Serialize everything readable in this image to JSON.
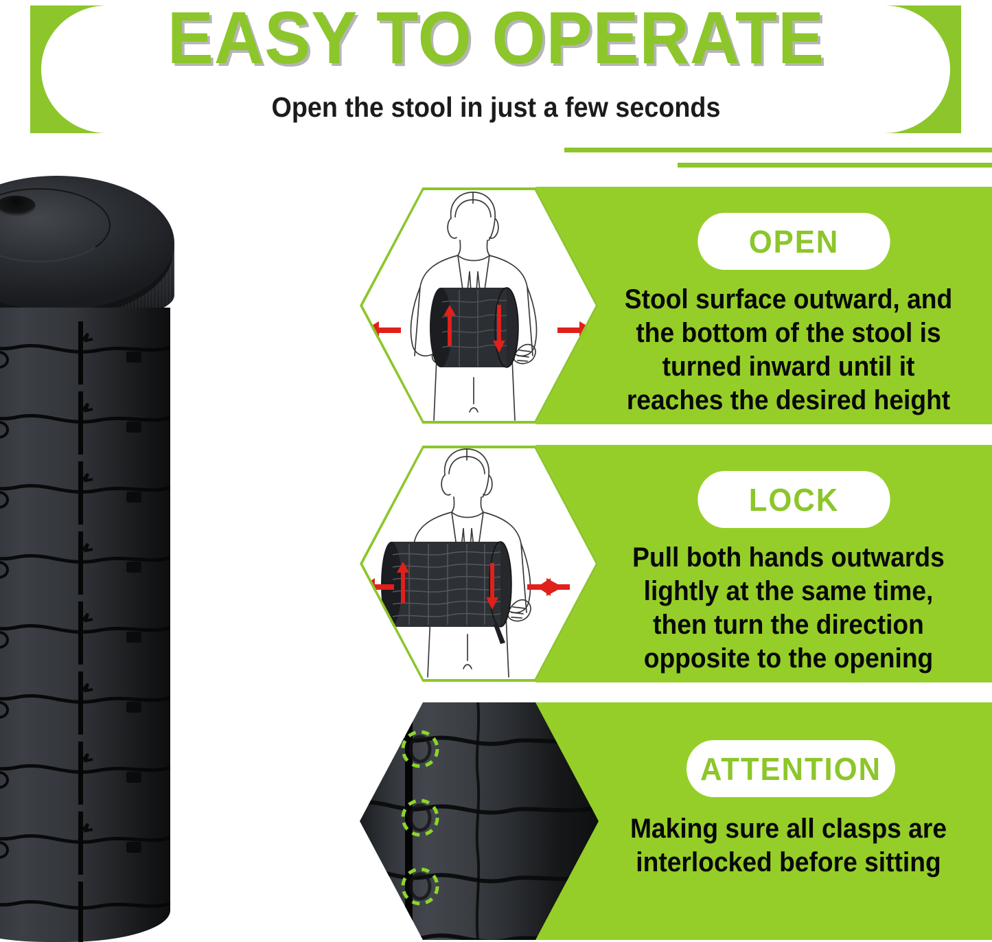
{
  "header": {
    "title": "EASY TO OPERATE",
    "subtitle": "Open the stool in just a few seconds"
  },
  "colors": {
    "brand_green": "#8CC62B",
    "panel_green": "#95CE28",
    "highlight_green": "#8CD62B",
    "arrow_red": "#E0201B",
    "text_black": "#080808",
    "pill_white": "#FFFFFF"
  },
  "product": {
    "name": "black-telescoping-folding-stool"
  },
  "steps": [
    {
      "label": "OPEN",
      "text": "Stool surface outward, and\nthe bottom of the stool is\nturned inward until it\nreaches the desired height",
      "illustration": "person-holding-collapsed-stool",
      "arrow_direction": "outward",
      "arrows": [
        "left-arrow",
        "right-arrow"
      ]
    },
    {
      "label": "LOCK",
      "text": "Pull both hands outwards\nlightly at the same time,\nthen turn the direction\nopposite to the opening",
      "illustration": "person-holding-extended-stool",
      "arrow_direction": "inward",
      "arrows": [
        "right-arrow",
        "left-arrow"
      ]
    },
    {
      "label": "ATTENTION",
      "text": "Making sure all clasps are\ninterlocked before sitting",
      "illustration": "stool-clasp-closeup",
      "arrow_direction": "none",
      "highlights": 3
    }
  ]
}
